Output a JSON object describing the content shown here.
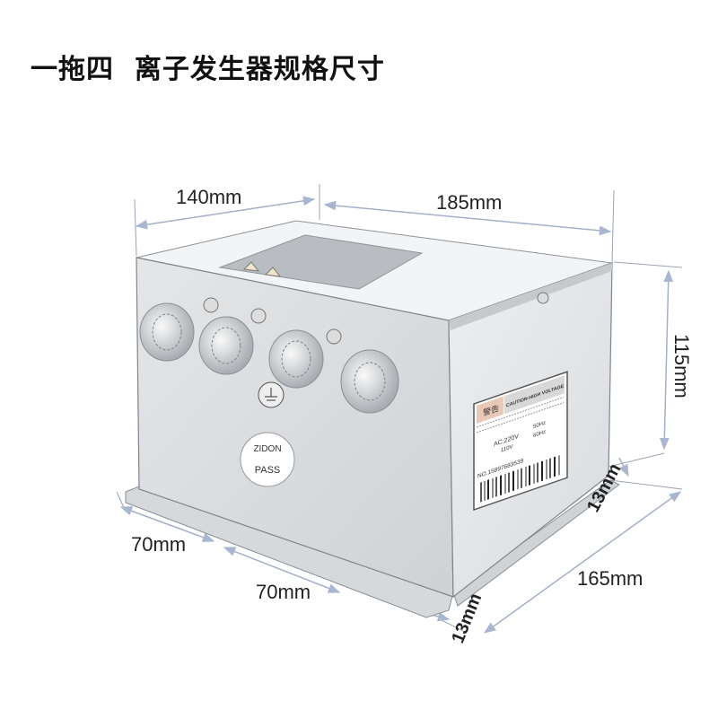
{
  "title": "一拖四  离子发生器规格尺寸",
  "dimensions": {
    "width_top": "140mm",
    "length_top": "185mm",
    "height": "115mm",
    "depth_base": "165mm",
    "mount_spacing_1": "70mm",
    "mount_spacing_2": "70mm",
    "flange_right": "13mm",
    "flange_front": "13mm"
  },
  "badge": {
    "brand": "ZIDON",
    "text": "PASS"
  },
  "label": {
    "warning": "警告",
    "caution": "CAUTION-HIGH VOLTAGE",
    "voltage_1": "AC:220V",
    "voltage_2": "110V",
    "freq_1": "50Hz",
    "freq_2": "60Hz",
    "serial": "NO.15897683539"
  },
  "colors": {
    "dimension_line": "#9aa8c0",
    "arrow": "#aab8d4",
    "label_warning": "#e9c8b8"
  }
}
